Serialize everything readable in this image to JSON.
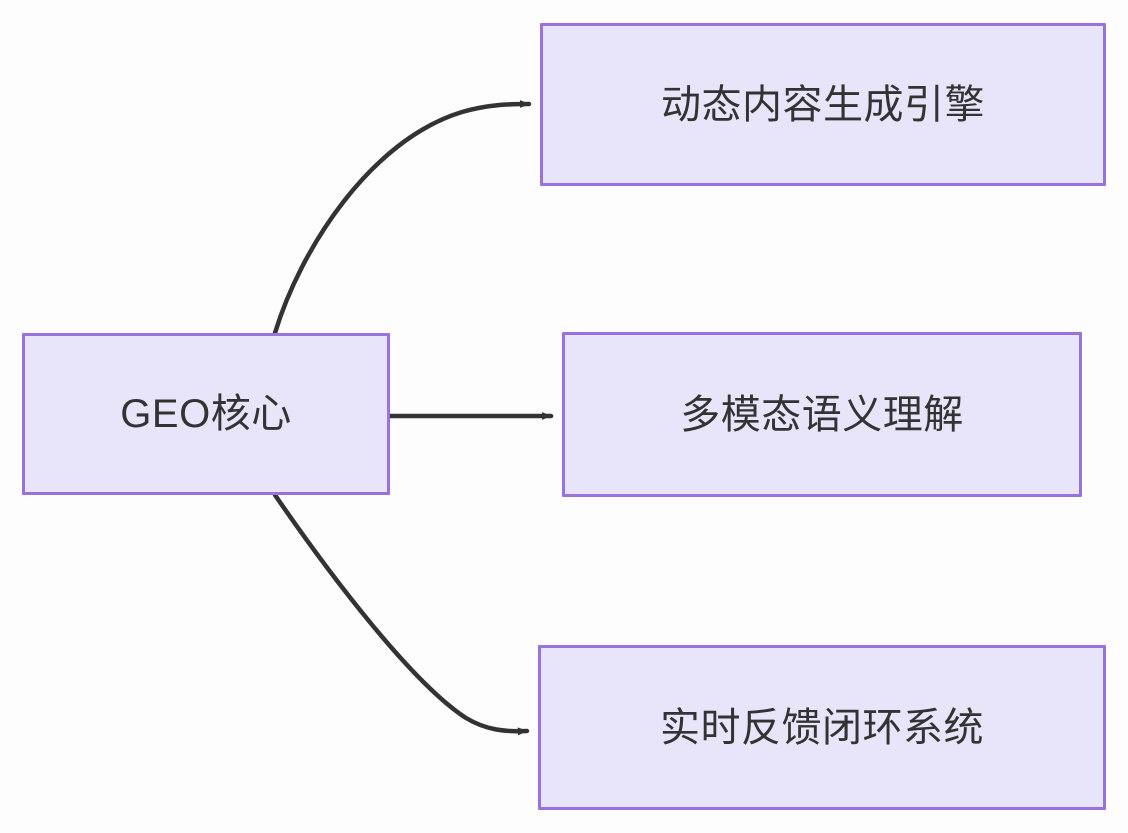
{
  "diagram": {
    "type": "flowchart",
    "direction": "left-to-right",
    "background_color": "#fdfdfd",
    "node_fill_color": "#e8e5fb",
    "node_border_color": "#9a72e0",
    "node_text_color": "#333333",
    "edge_color": "#333333",
    "root": {
      "label": "GEO核心"
    },
    "branches": [
      {
        "label": "动态内容生成引擎"
      },
      {
        "label": "多模态语义理解"
      },
      {
        "label": "实时反馈闭环系统"
      }
    ],
    "edges": [
      {
        "from": "GEO核心",
        "to": "动态内容生成引擎",
        "style": "curved",
        "arrow": "filled-triangle"
      },
      {
        "from": "GEO核心",
        "to": "多模态语义理解",
        "style": "straight",
        "arrow": "filled-triangle"
      },
      {
        "from": "GEO核心",
        "to": "实时反馈闭环系统",
        "style": "curved",
        "arrow": "filled-triangle"
      }
    ]
  }
}
